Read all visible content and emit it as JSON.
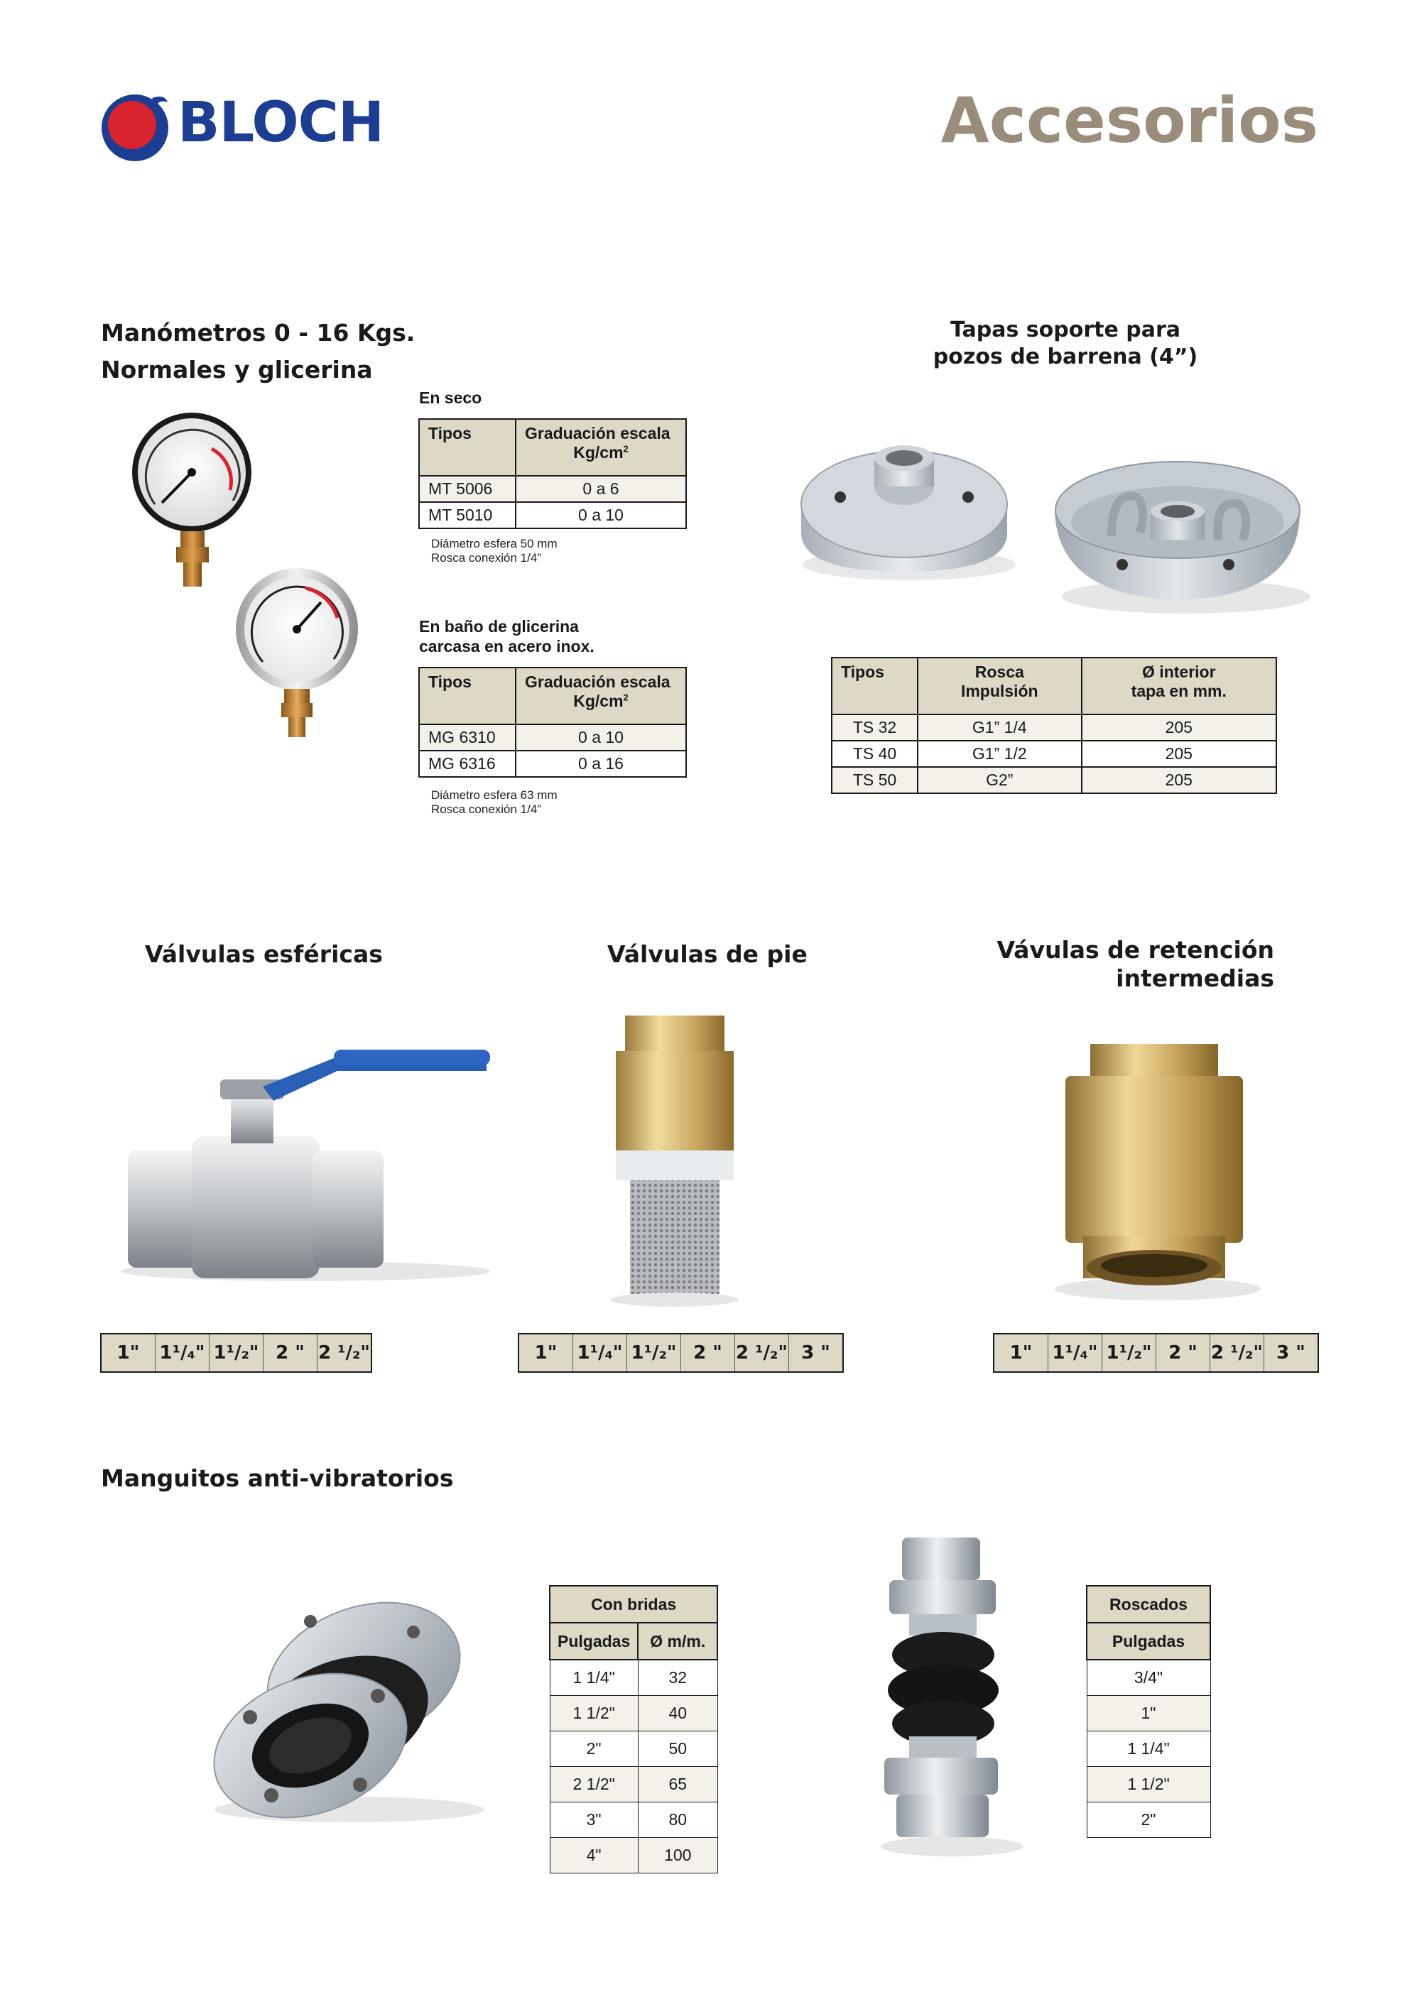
{
  "brand": {
    "name": "BLOCH"
  },
  "page_title": "Accesorios",
  "manometros": {
    "title_line1": "Manómetros 0 - 16 Kgs.",
    "title_line2": "Normales y glicerina",
    "seco": {
      "label": "En seco",
      "col1": "Tipos",
      "col2_line1": "Graduación escala",
      "col2_line2": "Kg/cm",
      "col2_sup": "2",
      "rows": [
        {
          "tipo": "MT 5006",
          "escala": "0 a 6"
        },
        {
          "tipo": "MT 5010",
          "escala": "0 a 10"
        }
      ],
      "note1": "Diámetro esfera 50 mm",
      "note2": "Rosca conexión 1/4”"
    },
    "glicerina": {
      "label_line1": "En baño de glicerina",
      "label_line2": "carcasa en acero inox.",
      "col1": "Tipos",
      "col2_line1": "Graduación escala",
      "col2_line2": "Kg/cm",
      "col2_sup": "2",
      "rows": [
        {
          "tipo": "MG 6310",
          "escala": "0 a 10"
        },
        {
          "tipo": "MG 6316",
          "escala": "0 a 16"
        }
      ],
      "note1": "Diámetro esfera 63 mm",
      "note2": "Rosca conexión 1/4”"
    }
  },
  "tapas": {
    "title_line1": "Tapas soporte para",
    "title_line2": "pozos de barrena (4”)",
    "col1": "Tipos",
    "col2_line1": "Rosca",
    "col2_line2": "Impulsión",
    "col3_line1": "Ø interior",
    "col3_line2": "tapa en mm.",
    "rows": [
      {
        "tipo": "TS 32",
        "rosca": "G1” 1/4",
        "diametro": "205"
      },
      {
        "tipo": "TS 40",
        "rosca": "G1” 1/2",
        "diametro": "205"
      },
      {
        "tipo": "TS 50",
        "rosca": "G2”",
        "diametro": "205"
      }
    ]
  },
  "valvulas_esfericas": {
    "title": "Válvulas esféricas",
    "sizes": [
      "1\"",
      "1¹/₄\"",
      "1¹/₂\"",
      "2 \"",
      "2 ¹/₂\""
    ]
  },
  "valvulas_pie": {
    "title": "Válvulas de pie",
    "sizes": [
      "1\"",
      "1¹/₄\"",
      "1¹/₂\"",
      "2 \"",
      "2 ¹/₂\"",
      "3 \""
    ]
  },
  "valvulas_retencion": {
    "title_line1": "Vávulas de retención",
    "title_line2": "intermedias",
    "sizes": [
      "1\"",
      "1¹/₄\"",
      "1¹/₂\"",
      "2 \"",
      "2 ¹/₂\"",
      "3 \""
    ]
  },
  "manguitos": {
    "title": "Manguitos anti-vibratorios",
    "bridas": {
      "header": "Con bridas",
      "col1": "Pulgadas",
      "col2": "Ø m/m.",
      "rows": [
        {
          "pulgadas": "1 1/4\"",
          "mm": "32"
        },
        {
          "pulgadas": "1 1/2\"",
          "mm": "40"
        },
        {
          "pulgadas": "2\"",
          "mm": "50"
        },
        {
          "pulgadas": "2 1/2\"",
          "mm": "65"
        },
        {
          "pulgadas": "3\"",
          "mm": "80"
        },
        {
          "pulgadas": "4\"",
          "mm": "100"
        }
      ]
    },
    "roscados": {
      "header": "Roscados",
      "col1": "Pulgadas",
      "rows": [
        "3/4\"",
        "1\"",
        "1 1/4\"",
        "1 1/2\"",
        "2\""
      ]
    }
  },
  "colors": {
    "brand_blue": "#1b3e93",
    "brand_red": "#d9232e",
    "title_taupe": "#9a8d7c",
    "table_header": "#ddd9c6"
  }
}
